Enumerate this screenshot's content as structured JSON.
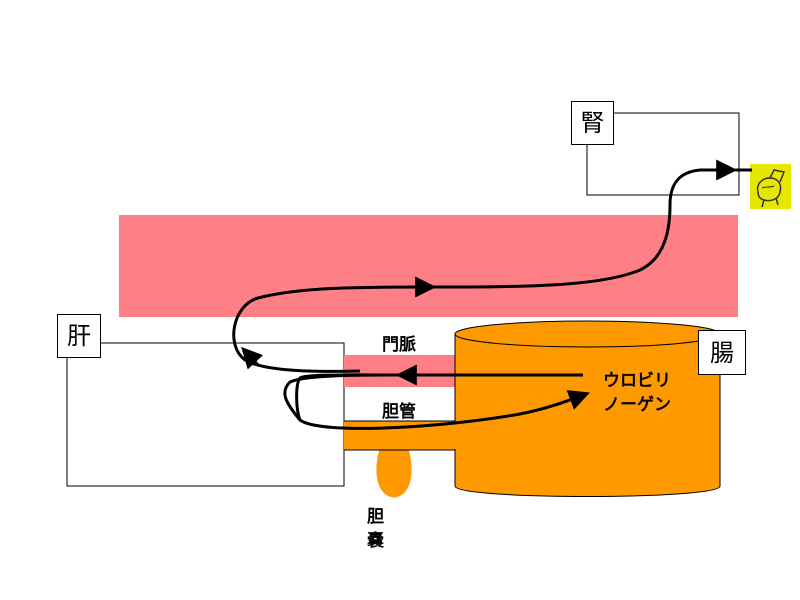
{
  "labels": {
    "kidney": "腎",
    "liver": "肝",
    "intestine": "腸",
    "portal_vein": "門脈",
    "bile_duct": "胆管",
    "gallbladder_1": "胆",
    "gallbladder_2": "嚢",
    "urobilinogen_1": "ウロビリ",
    "urobilinogen_2": "ノーゲン"
  },
  "colors": {
    "blood_band": "#ff7f86",
    "intestine": "#ff9900",
    "intestine_stroke": "#000000",
    "urine_icon": "#e6e600",
    "arrow": "#000000"
  },
  "icons": {
    "urine": "toilet-icon"
  }
}
